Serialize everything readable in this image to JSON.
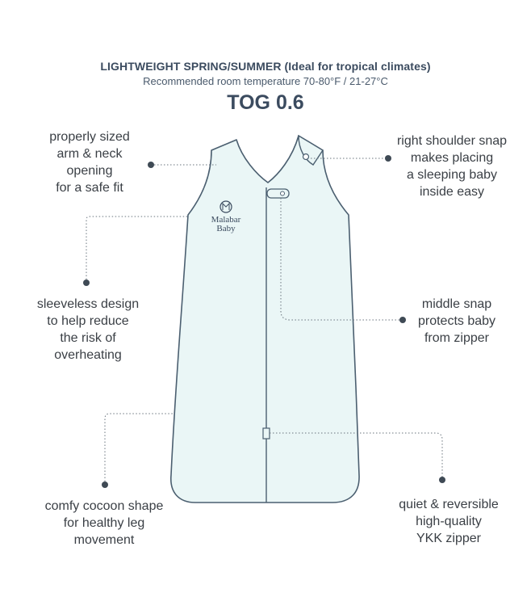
{
  "header": {
    "title": "LIGHTWEIGHT SPRING/SUMMER (Ideal for tropical climates)",
    "subtitle": "Recommended room temperature 70-80°F / 21-27°C",
    "tog": "TOG 0.6"
  },
  "brand": {
    "line1": "Malabar",
    "line2": "Baby"
  },
  "callouts": {
    "arm_neck": [
      "properly sized",
      "arm & neck",
      "opening",
      "for a safe fit"
    ],
    "shoulder": [
      "right shoulder snap",
      "makes placing",
      "a sleeping baby",
      "inside easy"
    ],
    "sleeveless": [
      "sleeveless design",
      "to help reduce",
      "the risk of",
      "overheating"
    ],
    "middle_snap": [
      "middle snap",
      "protects baby",
      "from zipper"
    ],
    "cocoon": [
      "comfy cocoon shape",
      "for healthy leg",
      "movement"
    ],
    "zipper": [
      "quiet & reversible",
      "high-quality",
      "YKK zipper"
    ]
  },
  "colors": {
    "fabric": "#eaf6f6",
    "outline": "#4b5f70",
    "text": "#3a3f45",
    "heading": "#3b4b5f",
    "dots": "#3f4a55"
  }
}
